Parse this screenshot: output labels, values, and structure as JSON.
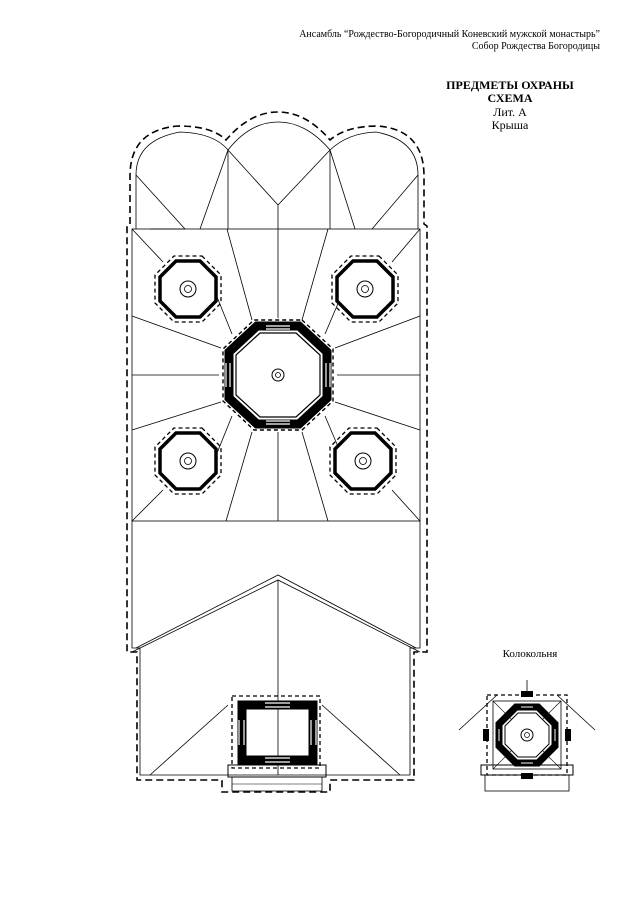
{
  "header": {
    "ensemble": "Ансамбль “Рождество-Богородичный Коневский мужской монастырь”",
    "cathedral": "Собор Рождества Богородицы",
    "title": "ПРЕДМЕТЫ ОХРАНЫ",
    "schema": "СХЕМА",
    "lit": "Лит. А",
    "roof": "Крыша"
  },
  "belltower": {
    "label": "Колокольня"
  }
}
